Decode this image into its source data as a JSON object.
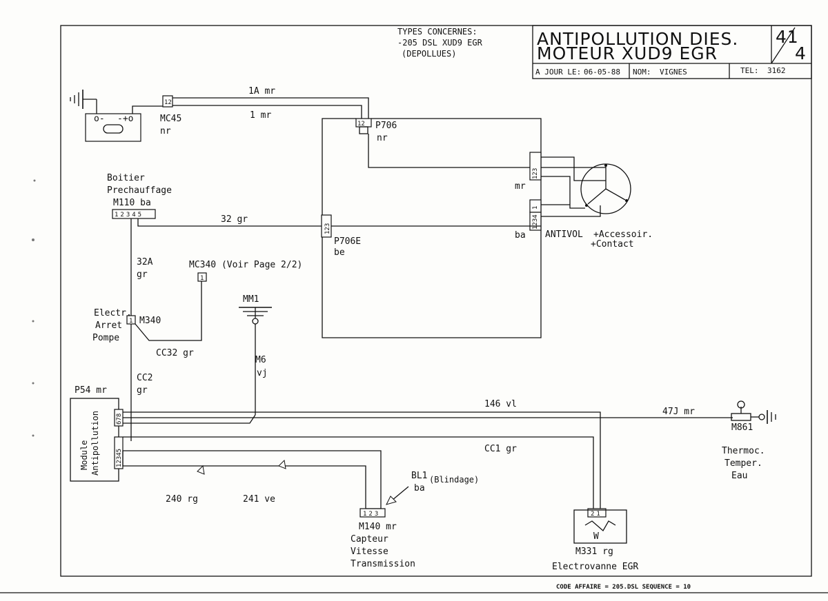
{
  "title_block": {
    "types_heading": "TYPES CONCERNES:",
    "types_line1": "-205 DSL XUD9 EGR",
    "types_line2": "(DEPOLLUES)",
    "title_line1": "ANTIPOLLUTION DIES.",
    "title_line2": "MOTEUR XUD9 EGR",
    "page_num": "41",
    "page_den": "4",
    "date_label": "A JOUR LE:",
    "date_value": "06-05-88",
    "name_label": "NOM:",
    "name_value": "VIGNES",
    "tel_label": "TEL:",
    "tel_value": "3162"
  },
  "footer": {
    "code": "CODE AFFAIRE = 205.DSL SEQUENCE = 10"
  },
  "wires": {
    "w_1a": "1A mr",
    "w_1": "1 mr",
    "w_32": "32 gr",
    "w_32a_1": "32A",
    "w_32a_2": "gr",
    "w_cc32": "CC32 gr",
    "w_m6_1": "M6",
    "w_m6_2": "vj",
    "w_cc2_1": "CC2",
    "w_cc2_2": "gr",
    "w_146": "146 vl",
    "w_47j": "47J mr",
    "w_cc1": "CC1 gr",
    "w_240": "240 rg",
    "w_241": "241 ve"
  },
  "components": {
    "mc45": [
      "MC45",
      "nr"
    ],
    "p706": [
      "P706",
      "nr"
    ],
    "p706e": [
      "P706E",
      "be"
    ],
    "m110": [
      "Boitier",
      "Prechauffage",
      "M110 ba"
    ],
    "mc340": "MC340 (Voir Page 2/2)",
    "mm1": "MM1",
    "m340": [
      "Electr.",
      "Arret",
      "Pompe",
      "M340"
    ],
    "p54": "P54 mr",
    "module": [
      "Module",
      "Antipollution"
    ],
    "bl1": [
      "BL1",
      "(Blindage)",
      "ba"
    ],
    "m140": [
      "M140 mr",
      "Capteur",
      "Vitesse",
      "Transmission"
    ],
    "m331": [
      "M331 rg",
      "Electrovanne EGR"
    ],
    "m861": [
      "M861",
      "Thermoc.",
      "Temper.",
      "Eau"
    ],
    "antivol": [
      "mr",
      "ba",
      "ANTIVOL",
      "+Accessoir.",
      "+Contact"
    ]
  },
  "pins": {
    "mc45": "12",
    "p706": "12",
    "antivol_top": "123",
    "antivol_mid": "1",
    "antivol_bot": "1234",
    "m110": "12345",
    "p706e": "123",
    "m340": "1",
    "mc340": "1",
    "p54_top": "678",
    "p54_bot": "12345",
    "m140": "123",
    "m331": "21"
  }
}
